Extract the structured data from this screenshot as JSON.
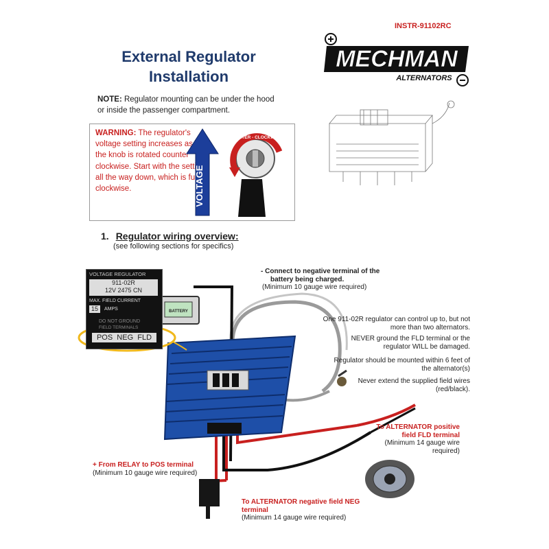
{
  "doc_id": "INSTR-91102RC",
  "title_line1": "External Regulator",
  "title_line2": "Installation",
  "logo": {
    "text": "MECHMAN",
    "sub": "ALTERNATORS"
  },
  "note": {
    "label": "NOTE:",
    "text": "Regulator mounting can be under the hood or inside the passenger compartment."
  },
  "warning": {
    "label": "WARNING:",
    "text": "The regulator's voltage setting increases as the knob is rotated counter clockwise.  Start with the setting all the way down, which is fully clockwise.",
    "arrow_label": "VOLTAGE",
    "knob_label": "COUNTER - CLOCKWISE"
  },
  "section": {
    "number": "1.",
    "title": "Regulator wiring overview:",
    "subtitle": "(see following sections for specifics)"
  },
  "plate": {
    "header": "VOLTAGE REGULATOR",
    "model": "911-02R",
    "spec": "12V  2475  CN",
    "max_label": "MAX. FIELD CURRENT",
    "max_value": "15",
    "amps": "AMPS",
    "warn": "DO NOT GROUND",
    "warn2": "FIELD TERMINALS",
    "terminals": "POS  NEG  FLD"
  },
  "battery_label": "BATTERY",
  "labels": {
    "neg_prefix": "- ",
    "neg_line1": "Connect to negative terminal of the",
    "neg_line2": "battery being charged.",
    "neg_req": "(Minimum 10 gauge wire required)",
    "info1": "One 911-02R regulator can control up to, but not more than two alternators.",
    "info2": "NEVER ground the FLD terminal or the regulator WILL be damaged.",
    "info3": "Regulator should be mounted within 6 feet of the alternator(s)",
    "info4": "Never extend the supplied field wires (red/black).",
    "fld_title": "To ALTERNATOR positive field FLD terminal",
    "fld_req": "(Minimum 14 gauge wire required)",
    "pos_title": "+ From RELAY to POS terminal",
    "pos_req": "(Minimum 10 gauge wire required)",
    "negfield_title": "To ALTERNATOR negative field NEG terminal",
    "negfield_req": "(Minimum 14 gauge wire required)"
  },
  "colors": {
    "accent_red": "#c8201f",
    "title_blue": "#1f3a6b",
    "regulator_blue": "#1e4fa8"
  }
}
